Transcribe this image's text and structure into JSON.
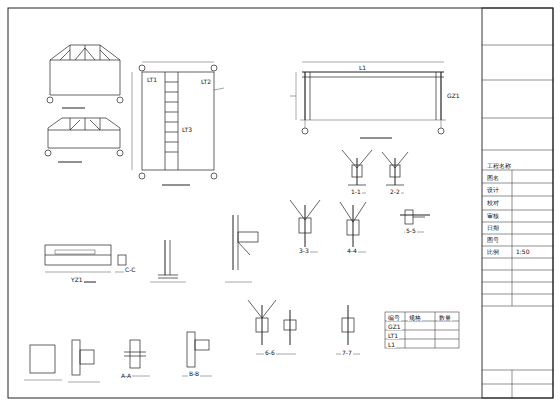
{
  "diagram": {
    "labels": [
      "LT1",
      "LT2",
      "LT3",
      "L1",
      "GZ1",
      "1-1",
      "2-2",
      "3-3",
      "4-4",
      "5-5",
      "YZ1",
      "A-A",
      "B-B",
      "C-C",
      "6-6",
      "7-7",
      "编号",
      "规格",
      "数量",
      "GZ1",
      "LT1",
      "L1",
      "工程名称",
      "图名",
      "设计",
      "校对",
      "审核",
      "日期",
      "图号",
      "比例",
      "1:50"
    ]
  }
}
